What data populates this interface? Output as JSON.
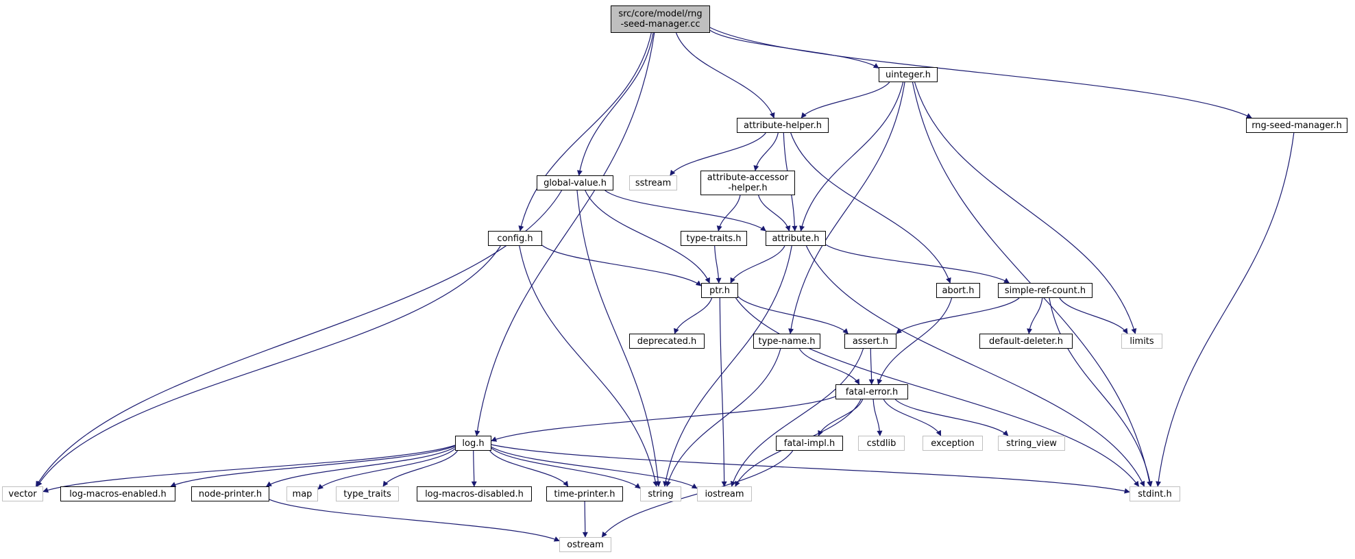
{
  "nodes": [
    {
      "id": "rng_cc",
      "label": "src/core/model/rng\n-seed-manager.cc",
      "kind": "root"
    },
    {
      "id": "uinteger",
      "label": "uinteger.h",
      "kind": "file"
    },
    {
      "id": "attr_helper",
      "label": "attribute-helper.h",
      "kind": "file"
    },
    {
      "id": "rng_h",
      "label": "rng-seed-manager.h",
      "kind": "file"
    },
    {
      "id": "global_value",
      "label": "global-value.h",
      "kind": "file"
    },
    {
      "id": "sstream",
      "label": "sstream",
      "kind": "system"
    },
    {
      "id": "attr_accessor",
      "label": "attribute-accessor\n-helper.h",
      "kind": "file"
    },
    {
      "id": "config",
      "label": "config.h",
      "kind": "file"
    },
    {
      "id": "type_traits_h",
      "label": "type-traits.h",
      "kind": "file"
    },
    {
      "id": "attribute",
      "label": "attribute.h",
      "kind": "file"
    },
    {
      "id": "ptr",
      "label": "ptr.h",
      "kind": "file"
    },
    {
      "id": "abort",
      "label": "abort.h",
      "kind": "file"
    },
    {
      "id": "simple_ref",
      "label": "simple-ref-count.h",
      "kind": "file"
    },
    {
      "id": "deprecated",
      "label": "deprecated.h",
      "kind": "file"
    },
    {
      "id": "type_name",
      "label": "type-name.h",
      "kind": "file"
    },
    {
      "id": "assert",
      "label": "assert.h",
      "kind": "file"
    },
    {
      "id": "default_deleter",
      "label": "default-deleter.h",
      "kind": "file"
    },
    {
      "id": "limits",
      "label": "limits",
      "kind": "system"
    },
    {
      "id": "fatal_error",
      "label": "fatal-error.h",
      "kind": "file"
    },
    {
      "id": "log",
      "label": "log.h",
      "kind": "file"
    },
    {
      "id": "fatal_impl",
      "label": "fatal-impl.h",
      "kind": "file"
    },
    {
      "id": "cstdlib",
      "label": "cstdlib",
      "kind": "system"
    },
    {
      "id": "exception",
      "label": "exception",
      "kind": "system"
    },
    {
      "id": "string_view",
      "label": "string_view",
      "kind": "system"
    },
    {
      "id": "vector",
      "label": "vector",
      "kind": "system"
    },
    {
      "id": "log_macros_enabled",
      "label": "log-macros-enabled.h",
      "kind": "file"
    },
    {
      "id": "node_printer",
      "label": "node-printer.h",
      "kind": "file"
    },
    {
      "id": "map",
      "label": "map",
      "kind": "system"
    },
    {
      "id": "type_traits",
      "label": "type_traits",
      "kind": "system"
    },
    {
      "id": "log_macros_disabled",
      "label": "log-macros-disabled.h",
      "kind": "file"
    },
    {
      "id": "time_printer",
      "label": "time-printer.h",
      "kind": "file"
    },
    {
      "id": "string",
      "label": "string",
      "kind": "system"
    },
    {
      "id": "iostream",
      "label": "iostream",
      "kind": "system"
    },
    {
      "id": "stdint",
      "label": "stdint.h",
      "kind": "system"
    },
    {
      "id": "ostream",
      "label": "ostream",
      "kind": "system"
    }
  ],
  "edges": [
    [
      "rng_cc",
      "uinteger"
    ],
    [
      "rng_cc",
      "attr_helper"
    ],
    [
      "rng_cc",
      "rng_h"
    ],
    [
      "rng_cc",
      "global_value"
    ],
    [
      "rng_cc",
      "config"
    ],
    [
      "rng_cc",
      "log"
    ],
    [
      "uinteger",
      "attr_helper"
    ],
    [
      "uinteger",
      "attribute"
    ],
    [
      "uinteger",
      "type_name"
    ],
    [
      "uinteger",
      "limits"
    ],
    [
      "uinteger",
      "stdint"
    ],
    [
      "attr_helper",
      "sstream"
    ],
    [
      "attr_helper",
      "attr_accessor"
    ],
    [
      "attr_helper",
      "attribute"
    ],
    [
      "attr_helper",
      "abort"
    ],
    [
      "rng_h",
      "stdint"
    ],
    [
      "global_value",
      "attribute"
    ],
    [
      "global_value",
      "ptr"
    ],
    [
      "global_value",
      "string"
    ],
    [
      "global_value",
      "vector"
    ],
    [
      "attr_accessor",
      "type_traits_h"
    ],
    [
      "attr_accessor",
      "attribute"
    ],
    [
      "config",
      "ptr"
    ],
    [
      "config",
      "string"
    ],
    [
      "config",
      "vector"
    ],
    [
      "type_traits_h",
      "ptr"
    ],
    [
      "attribute",
      "ptr"
    ],
    [
      "attribute",
      "simple_ref"
    ],
    [
      "attribute",
      "string"
    ],
    [
      "attribute",
      "stdint"
    ],
    [
      "ptr",
      "deprecated"
    ],
    [
      "ptr",
      "assert"
    ],
    [
      "ptr",
      "iostream"
    ],
    [
      "ptr",
      "stdint"
    ],
    [
      "abort",
      "fatal_error"
    ],
    [
      "simple_ref",
      "assert"
    ],
    [
      "simple_ref",
      "default_deleter"
    ],
    [
      "simple_ref",
      "limits"
    ],
    [
      "simple_ref",
      "stdint"
    ],
    [
      "type_name",
      "fatal_error"
    ],
    [
      "type_name",
      "string"
    ],
    [
      "assert",
      "fatal_error"
    ],
    [
      "assert",
      "iostream"
    ],
    [
      "fatal_error",
      "log"
    ],
    [
      "fatal_error",
      "fatal_impl"
    ],
    [
      "fatal_error",
      "cstdlib"
    ],
    [
      "fatal_error",
      "exception"
    ],
    [
      "fatal_error",
      "string_view"
    ],
    [
      "fatal_error",
      "iostream"
    ],
    [
      "fatal_impl",
      "ostream"
    ],
    [
      "log",
      "vector"
    ],
    [
      "log",
      "log_macros_enabled"
    ],
    [
      "log",
      "node_printer"
    ],
    [
      "log",
      "map"
    ],
    [
      "log",
      "type_traits"
    ],
    [
      "log",
      "log_macros_disabled"
    ],
    [
      "log",
      "time_printer"
    ],
    [
      "log",
      "string"
    ],
    [
      "log",
      "iostream"
    ],
    [
      "log",
      "stdint"
    ],
    [
      "node_printer",
      "ostream"
    ],
    [
      "time_printer",
      "ostream"
    ]
  ],
  "colors": {
    "edge": "#191970",
    "node_border": "#000000",
    "external_border": "#bfbfbf",
    "root_fill": "#bfbfbf"
  }
}
